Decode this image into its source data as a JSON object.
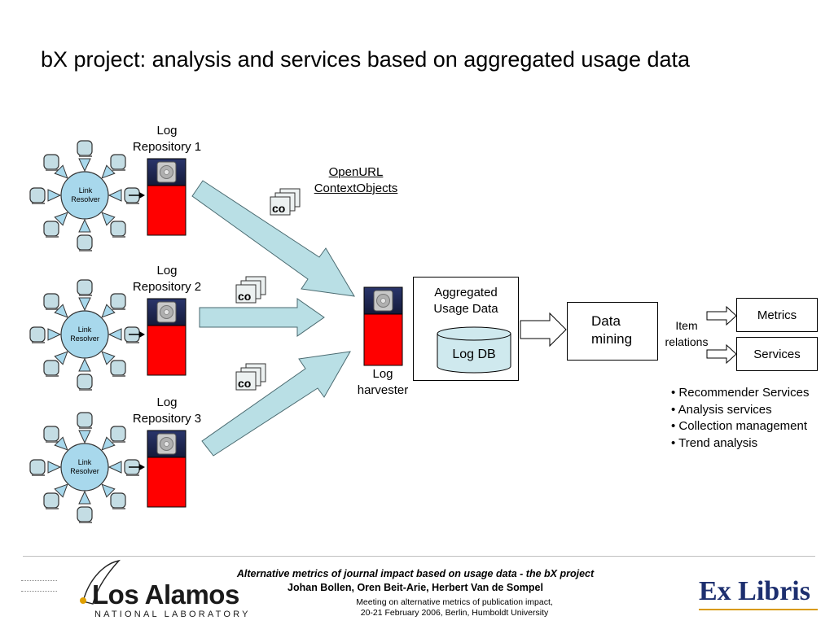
{
  "slide": {
    "title": "bX project: analysis and services based on aggregated usage data"
  },
  "diagram": {
    "repositories": [
      {
        "label_line1": "Log",
        "label_line2": "Repository 1"
      },
      {
        "label_line1": "Log",
        "label_line2": "Repository 2"
      },
      {
        "label_line1": "Log",
        "label_line2": "Repository 3"
      }
    ],
    "link_resolver": {
      "line1": "Link",
      "line2": "Resolver"
    },
    "openurl": {
      "line1": "OpenURL",
      "line2": "ContextObjects"
    },
    "co_label": "co",
    "aggregated": {
      "line1": "Aggregated",
      "line2": "Usage Data"
    },
    "log_db": "Log DB",
    "harvester": {
      "line1": "Log",
      "line2": "harvester"
    },
    "data_mining": {
      "line1": "Data",
      "line2": "mining"
    },
    "item_relations": {
      "line1": "Item",
      "line2": "relations"
    },
    "metrics": "Metrics",
    "services": "Services",
    "service_list": [
      "• Recommender Services",
      "• Analysis services",
      "• Collection management",
      "• Trend analysis"
    ],
    "colors": {
      "repository_red": "#ff0000",
      "server_top": "#1f2a5a",
      "arrow_fill": "#b9dfe5",
      "resolver_fill": "#a8d8ec",
      "node_fill": "#c4dde4"
    }
  },
  "footer": {
    "title": "Alternative metrics of journal impact based on usage data - the bX project",
    "authors": "Johan Bollen, Oren Beit-Arie, Herbert Van de Sompel",
    "meeting": "Meeting on alternative metrics of publication impact,",
    "date": "20-21 February 2006, Berlin, Humboldt University",
    "logo_left_main": "Los Alamos",
    "logo_left_sub": "NATIONAL LABORATORY",
    "logo_right": "Ex Libris"
  }
}
